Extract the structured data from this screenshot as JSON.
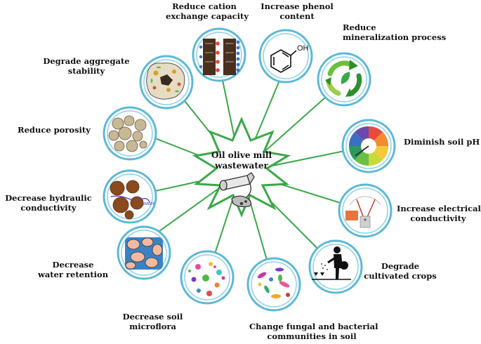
{
  "diagram": {
    "center": {
      "line1": "Oil olive mill",
      "line2": "wastewater"
    },
    "effects": {
      "cec": {
        "line1": "Reduce cation",
        "line2": "exchange capacity"
      },
      "phenol": {
        "line1": "Increase phenol",
        "line2": "content"
      },
      "mineral": {
        "line1": "Reduce",
        "line2": "mineralization process"
      },
      "ph": {
        "line1": "Diminish soil pH"
      },
      "ec": {
        "line1": "Increase electrical",
        "line2": "conductivity"
      },
      "crops": {
        "line1": "Degrade",
        "line2": "cultivated crops"
      },
      "fungal": {
        "line1": "Change fungal and bacterial",
        "line2": "communities in soil"
      },
      "microflora": {
        "line1": "Decrease soil",
        "line2": "microflora"
      },
      "retention": {
        "line1": "Decrease",
        "line2": "water retention"
      },
      "hydraulic": {
        "line1": "Decrease hydraulic",
        "line2": "conductivity"
      },
      "porosity": {
        "line1": "Reduce porosity"
      },
      "aggregate": {
        "line1": "Degrade aggregate",
        "line2": "stability"
      }
    },
    "icon_text": {
      "phenol_group": "OH",
      "water": "water"
    },
    "colors": {
      "connector": "#3aa848",
      "ring_outer": "#5bb8d8",
      "ring_inner": "#8fd0e8",
      "star": "#3aa848"
    }
  }
}
